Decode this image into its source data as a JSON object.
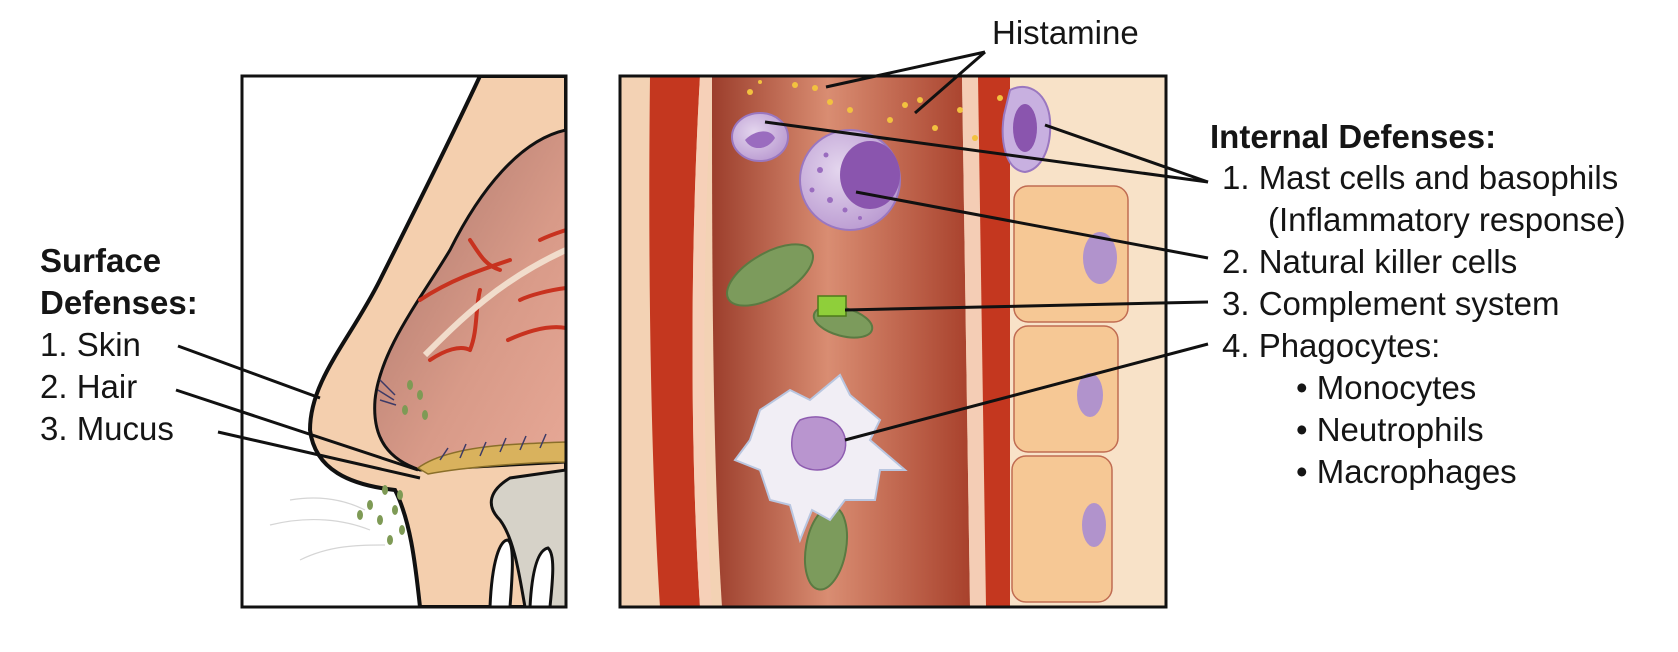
{
  "surface_defenses": {
    "title_line1": "Surface",
    "title_line2": "Defenses:",
    "items": [
      "1. Skin",
      "2. Hair",
      "3. Mucus"
    ]
  },
  "histamine_label": "Histamine",
  "internal_defenses": {
    "title": "Internal Defenses:",
    "items": [
      {
        "label": "1. Mast cells and basophils",
        "sub": "(Inflammatory response)"
      },
      {
        "label": "2. Natural killer cells"
      },
      {
        "label": "3. Complement system"
      },
      {
        "label": "4. Phagocytes:"
      }
    ],
    "phagocyte_types": [
      "• Monocytes",
      "• Neutrophils",
      "• Macrophages"
    ]
  },
  "panels": {
    "left": "nasal-cavity-surface",
    "right": "tissue-blood-vessel-internal"
  }
}
